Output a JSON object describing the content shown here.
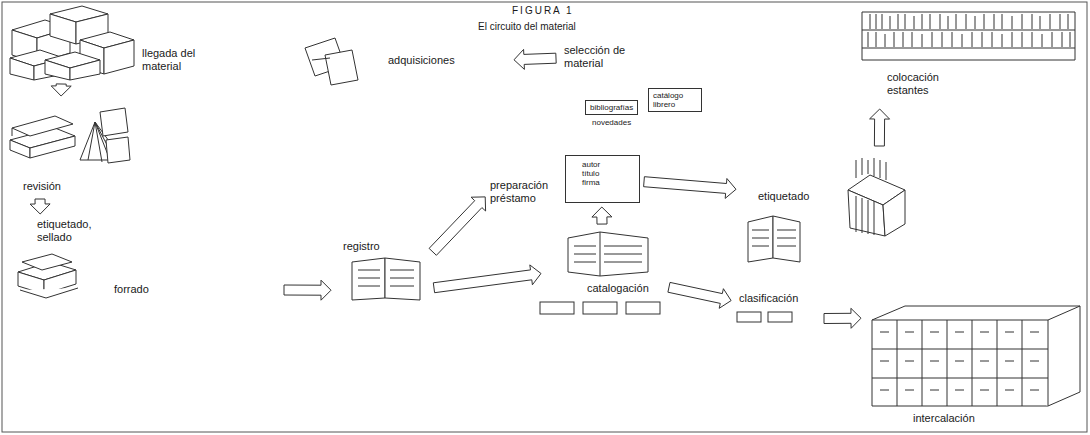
{
  "diagram": {
    "title": "FIGURA 1",
    "caption": "El circuito del material",
    "nodes": [
      {
        "text": [
          "llegada del material"
        ]
      },
      {
        "text": [
          "adquisiciones"
        ]
      },
      {
        "text": [
          "selección de material"
        ]
      },
      {
        "text": [
          "bibliografías"
        ]
      },
      {
        "text": [
          "catálogo librero"
        ]
      },
      {
        "text": [
          "colocación estantes"
        ]
      },
      {
        "text": [
          "revisión"
        ]
      },
      {
        "text": [
          "etiquetado, sellado"
        ]
      },
      {
        "text": [
          "forrado"
        ]
      },
      {
        "text": [
          "registro"
        ]
      },
      {
        "text": [
          "preparación préstamo"
        ]
      },
      {
        "text": [
          "autor título firma"
        ]
      },
      {
        "text": [
          "etiquetado"
        ]
      },
      {
        "text": [
          "catalogación"
        ]
      },
      {
        "text": [
          "clasificación"
        ]
      },
      {
        "text": [
          "intercalación"
        ]
      }
    ],
    "edges": [
      {
        "from": 0,
        "to": 6,
        "arrow": "to"
      },
      {
        "from": 2,
        "to": 1,
        "arrow": "to"
      },
      {
        "from": 6,
        "to": 7,
        "arrow": "to"
      },
      {
        "from": 8,
        "to": 9,
        "arrow": "to"
      },
      {
        "from": 9,
        "to": 10,
        "arrow": "to"
      },
      {
        "from": 9,
        "to": 13,
        "arrow": "to"
      },
      {
        "from": 13,
        "to": 11,
        "arrow": "to"
      },
      {
        "from": 11,
        "to": 12,
        "arrow": "to"
      },
      {
        "from": 12,
        "to": 5,
        "arrow": "to"
      },
      {
        "from": 13,
        "to": 14,
        "arrow": "to"
      },
      {
        "from": 14,
        "to": 15,
        "arrow": "to"
      }
    ],
    "labels": [
      "novedades"
    ]
  }
}
